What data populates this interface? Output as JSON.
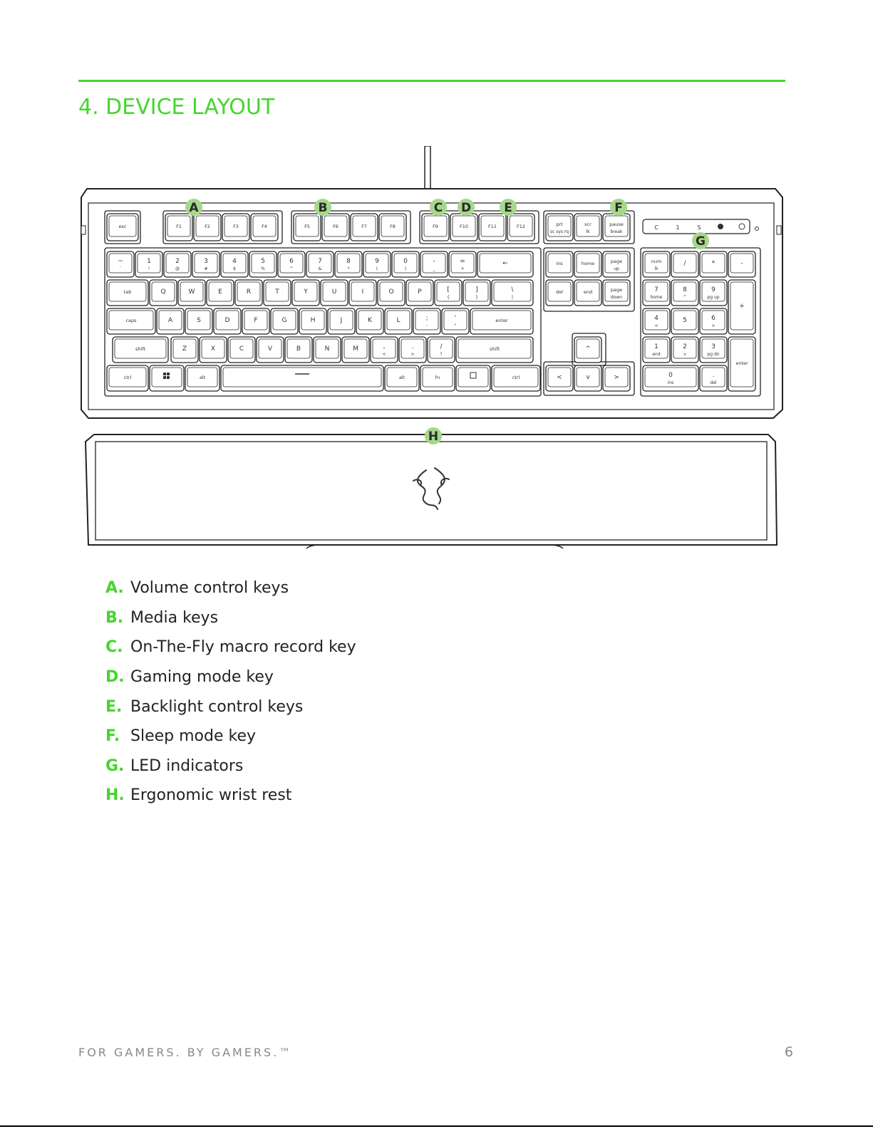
{
  "page": {
    "title": "4. DEVICE LAYOUT",
    "footer_tagline": "FOR GAMERS. BY GAMERS.™",
    "page_number": "6"
  },
  "colors": {
    "accent": "#44d62c",
    "callout_fill": "#a5d88a",
    "line": "#222222"
  },
  "logo": {
    "icon": "razer-snake-logo"
  },
  "callouts": [
    {
      "letter": "A",
      "label": "Volume control keys"
    },
    {
      "letter": "B",
      "label": "Media keys"
    },
    {
      "letter": "C",
      "label": "On-The-Fly macro record key"
    },
    {
      "letter": "D",
      "label": "Gaming mode key"
    },
    {
      "letter": "E",
      "label": "Backlight control keys"
    },
    {
      "letter": "F",
      "label": "Sleep mode key"
    },
    {
      "letter": "G",
      "label": "LED indicators"
    },
    {
      "letter": "H",
      "label": "Ergonomic wrist rest"
    }
  ],
  "legend_letters": [
    "A.",
    "B.",
    "C.",
    "D.",
    "E.",
    "F.",
    "G.",
    "H."
  ],
  "led_labels": [
    "C",
    "1",
    "S"
  ],
  "keys": {
    "function_row": [
      "esc",
      "F1",
      "F2",
      "F3",
      "F4",
      "F5",
      "F6",
      "F7",
      "F8",
      "F9",
      "F10",
      "F11",
      "F12",
      "prt sc sys rq",
      "scr lk",
      "pause break"
    ],
    "number_row": [
      "~ `",
      "1 !",
      "2 @",
      "3 #",
      "4 $",
      "5 %",
      "6 ^",
      "7 &",
      "8 *",
      "9 (",
      "0 )",
      "- _",
      "= +",
      "←"
    ],
    "qwerty_row": [
      "tab",
      "Q",
      "W",
      "E",
      "R",
      "T",
      "Y",
      "U",
      "I",
      "O",
      "P",
      "[ {",
      "] }",
      "\\ |"
    ],
    "home_row": [
      "caps",
      "A",
      "S",
      "D",
      "F",
      "G",
      "H",
      "J",
      "K",
      "L",
      "; :",
      "' \"",
      "enter"
    ],
    "shift_row": [
      "shift",
      "Z",
      "X",
      "C",
      "V",
      "B",
      "N",
      "M",
      ", <",
      ". >",
      "/ ?",
      "shift"
    ],
    "bottom_row": [
      "ctrl",
      "win",
      "alt",
      "",
      "alt",
      "fn",
      "menu",
      "ctrl"
    ],
    "nav_top": [
      "ins",
      "home",
      "page up",
      "del",
      "end",
      "page down"
    ],
    "arrows": [
      "^",
      "<",
      "v",
      ">"
    ],
    "numpad": [
      "num lk",
      "/",
      "*",
      "-",
      "7 home",
      "8 ^",
      "9 pg up",
      "+",
      "4 <",
      "5",
      "6 >",
      "1 end",
      "2 v",
      "3 pg dn",
      "enter",
      "0 ins",
      ". del"
    ]
  }
}
